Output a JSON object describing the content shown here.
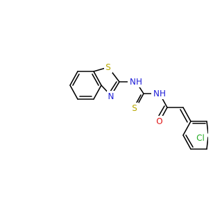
{
  "molecule": {
    "atoms": {
      "s1": {
        "text": "S",
        "color": "#b8a800"
      },
      "n1": {
        "text": "N",
        "color": "#2020d8"
      },
      "nh1": {
        "text": "NH",
        "color": "#2020d8"
      },
      "s2": {
        "text": "S",
        "color": "#b8a800"
      },
      "nh2": {
        "text": "NH",
        "color": "#2020d8"
      },
      "o1": {
        "text": "O",
        "color": "#e01010"
      },
      "cl1": {
        "text": "Cl",
        "color": "#22aa22"
      }
    },
    "bond_color": "#000000"
  }
}
